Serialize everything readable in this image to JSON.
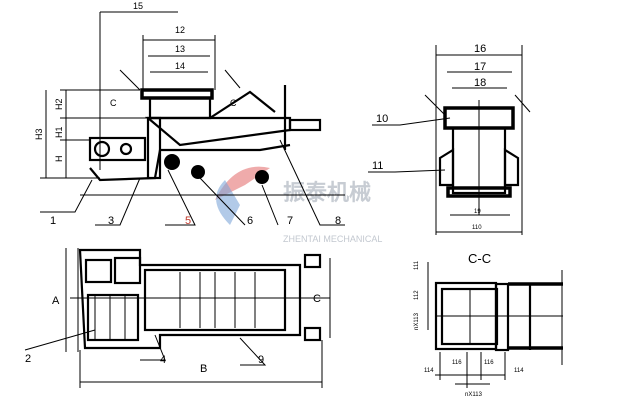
{
  "front_view": {
    "dims_top": [
      "15",
      "12",
      "13",
      "14"
    ],
    "dims_left": [
      "H2",
      "H1",
      "H3",
      "H"
    ],
    "section_marks": [
      "C",
      "C"
    ],
    "part_labels": [
      "1",
      "3",
      "5",
      "6",
      "7",
      "8"
    ]
  },
  "side_view": {
    "dims_top": [
      "16",
      "17",
      "18"
    ],
    "dims_bottom": [
      "19",
      "110"
    ],
    "part_labels": [
      "10",
      "11"
    ]
  },
  "plan_view": {
    "part_labels": [
      "2",
      "4",
      "9"
    ],
    "dims": [
      "A",
      "B",
      "C"
    ]
  },
  "section_view": {
    "title": "C-C",
    "dims": [
      "111",
      "112",
      "nX113",
      "114",
      "116",
      "116",
      "114",
      "nX113"
    ]
  },
  "watermark": {
    "cn": "振泰机械",
    "en": "ZHENTAI MECHANICAL"
  },
  "colors": {
    "line": "#000000",
    "label_5": "#c0392b",
    "watermark_red": "#e57373",
    "watermark_blue": "#7fa7d8"
  }
}
